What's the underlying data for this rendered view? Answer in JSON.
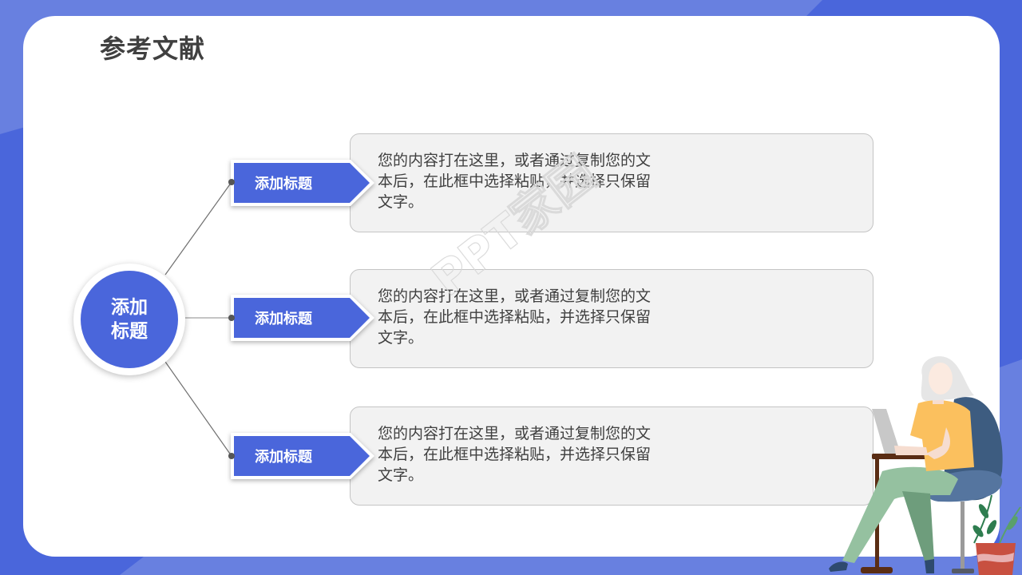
{
  "page": {
    "title": "参考文献",
    "watermark": "PPT家园"
  },
  "colors": {
    "primary_blue": "#4a66db",
    "light_blue": "#6880e0",
    "box_fill": "#f2f2f2",
    "text_dark": "#404040"
  },
  "hub": {
    "line1": "添加",
    "line2": "标题"
  },
  "items": [
    {
      "tag": "添加标题",
      "text": "您的内容打在这里，或者通过复制您的文本后，在此框中选择粘贴，并选择只保留文字。"
    },
    {
      "tag": "添加标题",
      "text": "您的内容打在这里，或者通过复制您的文本后，在此框中选择粘贴，并选择只保留文字。"
    },
    {
      "tag": "添加标题",
      "text": "您的内容打在这里，或者通过复制您的文本后，在此框中选择粘贴，并选择只保留文字。"
    }
  ],
  "illustration": {
    "subject": "woman-working-at-laptop-icon"
  }
}
